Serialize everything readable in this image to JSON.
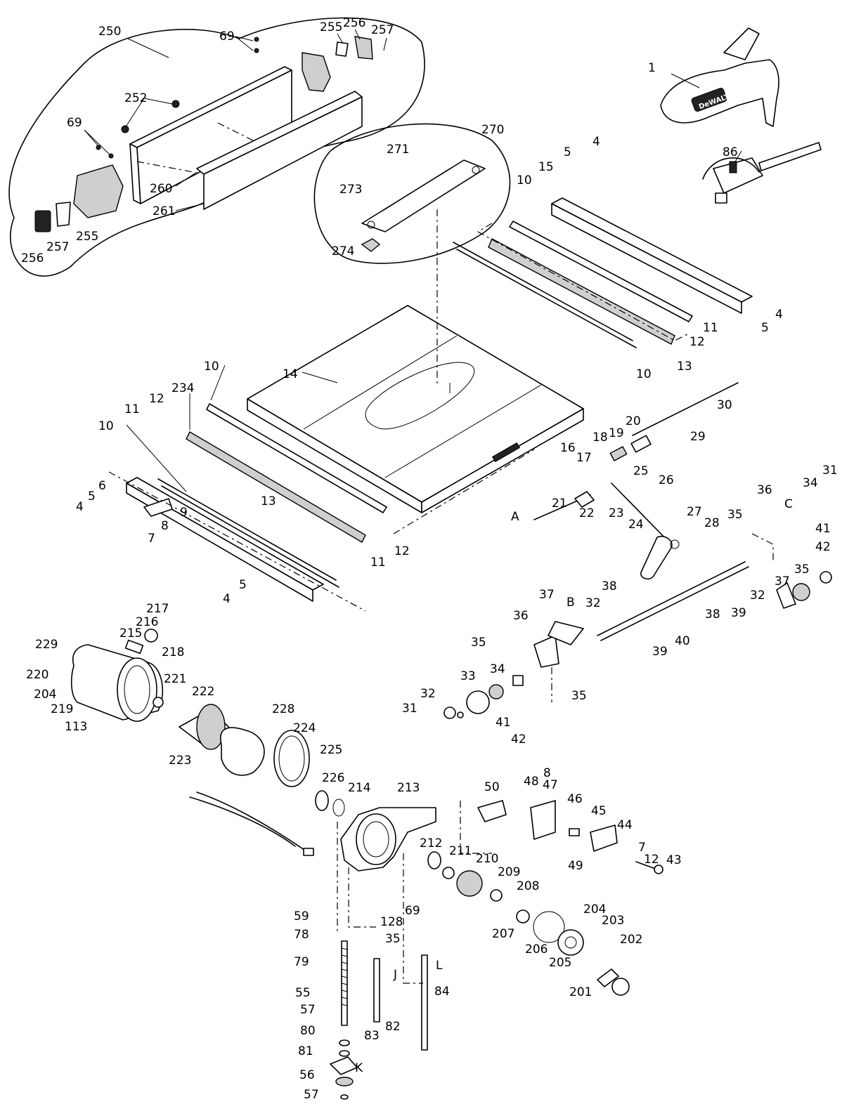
{
  "brand_mark": "DeWALT",
  "labels": {
    "p1": "1",
    "p4a": "4",
    "p4b": "4",
    "p4c": "4",
    "p5a": "5",
    "p5b": "5",
    "p5c": "5",
    "p5d": "5",
    "p6": "6",
    "p7a": "7",
    "p7b": "7",
    "p8a": "8",
    "p8b": "8",
    "p9": "9",
    "p10a": "10",
    "p10b": "10",
    "p10c": "10",
    "p10d": "10",
    "p11a": "11",
    "p11b": "11",
    "p11c": "11",
    "p12a": "12",
    "p12b": "12",
    "p12c": "12",
    "p12d": "12",
    "p13a": "13",
    "p13b": "13",
    "p14": "14",
    "p15": "15",
    "p16": "16",
    "p17": "17",
    "p18": "18",
    "p19": "19",
    "p20": "20",
    "p21": "21",
    "p22": "22",
    "p23": "23",
    "p24": "24",
    "p25": "25",
    "p26": "26",
    "p27": "27",
    "p28": "28",
    "p29": "29",
    "p30": "30",
    "p31a": "31",
    "p31b": "31",
    "p32a": "32",
    "p32b": "32",
    "p32c": "32",
    "p33": "33",
    "p34a": "34",
    "p34b": "34",
    "p35a": "35",
    "p35b": "35",
    "p35c": "35",
    "p35d": "35",
    "p35e": "35",
    "p36a": "36",
    "p36b": "36",
    "p37a": "37",
    "p37b": "37",
    "p38a": "38",
    "p38b": "38",
    "p39a": "39",
    "p39b": "39",
    "p40": "40",
    "p41a": "41",
    "p41b": "41",
    "p42a": "42",
    "p42b": "42",
    "p43": "43",
    "p44": "44",
    "p45": "45",
    "p46": "46",
    "p47": "47",
    "p48": "48",
    "p49": "49",
    "p50": "50",
    "p55": "55",
    "p56": "56",
    "p57a": "57",
    "p57b": "57",
    "p59": "59",
    "p69a": "69",
    "p69b": "69",
    "p69c": "69",
    "p78": "78",
    "p79": "79",
    "p80": "80",
    "p81": "81",
    "p82": "82",
    "p83": "83",
    "p84": "84",
    "p86": "86",
    "p113": "113",
    "p128": "128",
    "p201": "201",
    "p202": "202",
    "p203": "203",
    "p204a": "204",
    "p204b": "204",
    "p205": "205",
    "p206": "206",
    "p207": "207",
    "p208": "208",
    "p209": "209",
    "p210": "210",
    "p211": "211",
    "p212": "212",
    "p213": "213",
    "p214": "214",
    "p215": "215",
    "p216": "216",
    "p217": "217",
    "p218": "218",
    "p219": "219",
    "p220": "220",
    "p221": "221",
    "p222": "222",
    "p223": "223",
    "p224": "224",
    "p225": "225",
    "p226": "226",
    "p228": "228",
    "p229": "229",
    "p234": "234",
    "p250": "250",
    "p252": "252",
    "p255a": "255",
    "p255b": "255",
    "p256a": "256",
    "p256b": "256",
    "p257a": "257",
    "p257b": "257",
    "p260": "260",
    "p261": "261",
    "p270": "270",
    "p271": "271",
    "p273": "273",
    "p274": "274",
    "refA": "A",
    "refB": "B",
    "refC": "C",
    "refJ": "J",
    "refK": "K",
    "refL": "L"
  }
}
